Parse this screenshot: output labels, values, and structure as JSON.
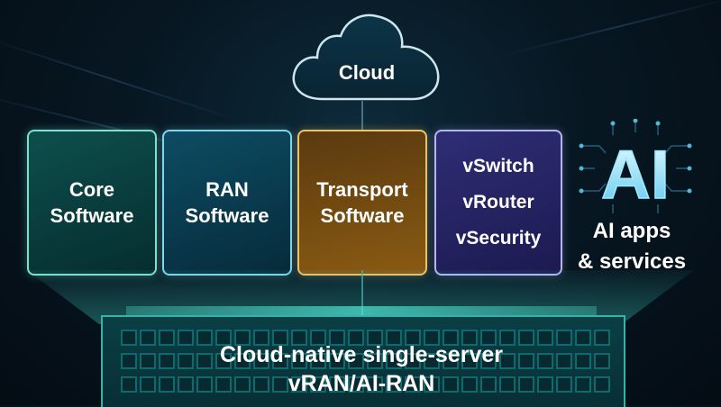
{
  "cloud": {
    "label": "Cloud"
  },
  "cards": [
    {
      "lines": [
        "Core",
        "Software"
      ]
    },
    {
      "lines": [
        "RAN",
        "Software"
      ]
    },
    {
      "lines": [
        "Transport",
        "Software"
      ]
    },
    {
      "lines": [
        "vSwitch",
        "vRouter",
        "vSecurity"
      ]
    }
  ],
  "ai": {
    "icon_text": "AI",
    "line1": "AI apps",
    "line2": "& services"
  },
  "server": {
    "line1": "Cloud-native single-server",
    "line2": "vRAN/AI-RAN"
  },
  "colors": {
    "core": "#7fe0d0",
    "ran": "#7fd6e8",
    "transport": "#e9c36e",
    "vnet": "#b5b5f5",
    "server": "#33b4a6"
  }
}
